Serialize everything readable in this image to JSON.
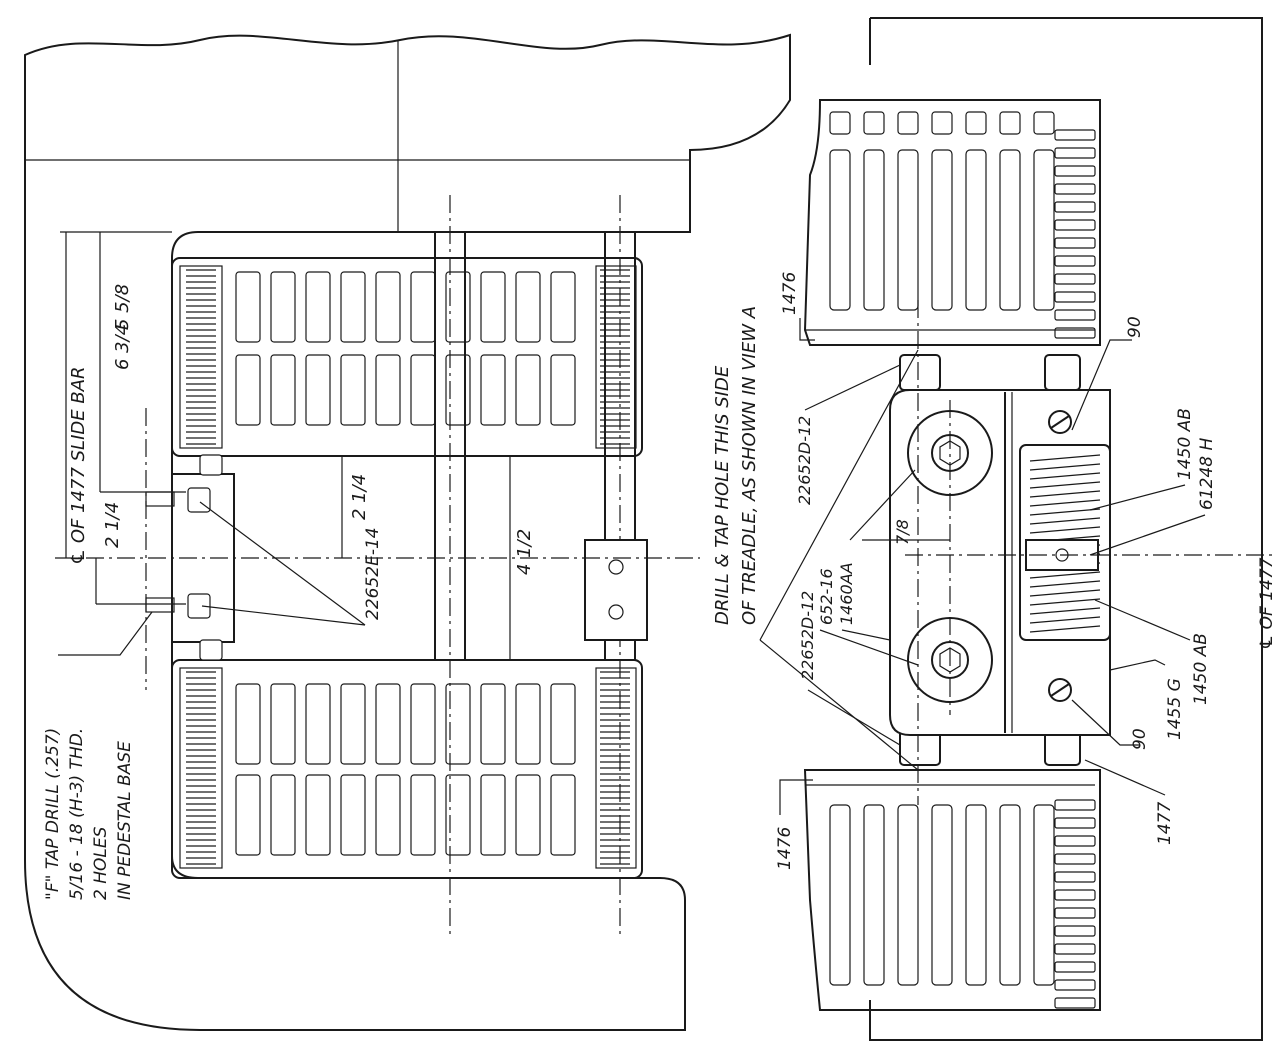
{
  "left_view": {
    "slide_bar_dim": "℄ OF 1477 SLIDE BAR",
    "dim_outer": "6 3/4",
    "dim_inner": "5 5/8",
    "dim_left_2_1_4": "2 1/4",
    "dim_right_2_1_4": "2 1/4",
    "dim_4_1_2": "4 1/2",
    "part_bolt": "22652E-14",
    "note": {
      "line1": "\"F\" TAP DRILL (.257)",
      "line2": "5/16 - 18 (H-3) THD.",
      "line3": "2 HOLES",
      "line4": "IN PEDESTAL BASE"
    }
  },
  "right_view": {
    "drill_note_line1": "DRILL & TAP HOLE THIS SIDE",
    "drill_note_line2": "OF TREADLE, AS SHOWN IN VIEW A",
    "part_1476_top": "1476",
    "part_1476_bottom": "1476",
    "part_22652d_top": "22652D-12",
    "part_22652d_bottom": "22652D-12",
    "part_652_16": "652-16",
    "part_1460aa": "1460AA",
    "dim_7_8": "7/8",
    "part_90_top": "90",
    "part_90_bottom": "90",
    "part_1450ab_top": "1450 AB",
    "part_1450ab_right": "1450 AB",
    "part_61248h": "61248 H",
    "part_1455g": "1455 G",
    "part_1477": "1477",
    "cl_1477": "℄ OF 1477"
  }
}
